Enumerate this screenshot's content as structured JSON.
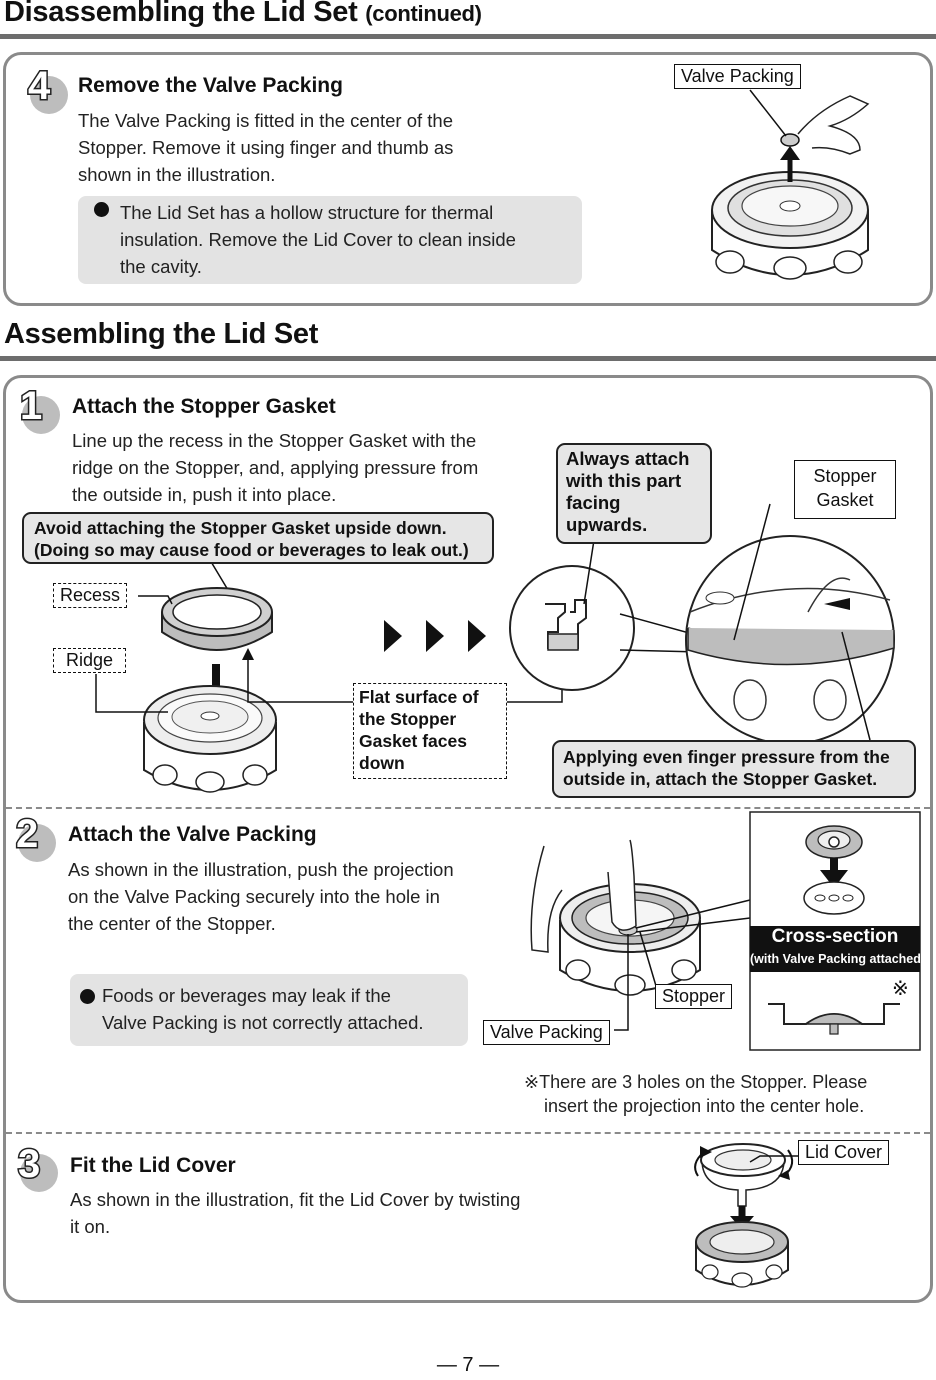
{
  "disassembling": {
    "title": "Disassembling the Lid Set",
    "title_suffix": "(continued)",
    "step": {
      "number": "4",
      "title": "Remove the Valve Packing",
      "body": [
        "The Valve Packing is fitted in the center of the",
        "Stopper. Remove it using finger and thumb as",
        "shown in the illustration."
      ],
      "note": [
        "The Lid Set has a hollow structure for thermal",
        "insulation. Remove the Lid Cover to clean inside",
        "the cavity."
      ],
      "label_valve_packing": "Valve Packing"
    }
  },
  "assembling": {
    "title": "Assembling the Lid Set",
    "step1": {
      "number": "1",
      "title": "Attach the Stopper Gasket",
      "body": [
        "Line up the recess in the Stopper Gasket with the",
        "ridge on the Stopper, and, applying pressure from",
        "the outside in, push it into place."
      ],
      "warning": [
        "Avoid attaching the Stopper Gasket upside down.",
        "(Doing so may cause food or beverages to leak out.)"
      ],
      "label_recess": "Recess",
      "label_ridge": "Ridge",
      "flat_surface": [
        "Flat surface of",
        "the Stopper",
        "Gasket faces",
        "down"
      ],
      "always_attach": [
        "Always attach",
        "with this part",
        "facing",
        "upwards."
      ],
      "label_stopper_gasket": [
        "Stopper",
        "Gasket"
      ],
      "applying": [
        "Applying even finger pressure from the",
        "outside in, attach the Stopper Gasket."
      ]
    },
    "step2": {
      "number": "2",
      "title": "Attach the Valve Packing",
      "body": [
        "As shown in the illustration, push the projection",
        "on the Valve Packing securely into the hole in",
        "the center of the Stopper."
      ],
      "note": [
        "Foods or beverages may leak if the",
        "Valve Packing is not correctly attached."
      ],
      "label_stopper": "Stopper",
      "label_valve_packing": "Valve Packing",
      "cross_section": "Cross-section",
      "cross_section_sub": "(with Valve Packing attached)",
      "mark": "※",
      "footnote": [
        "※There are 3 holes on the Stopper. Please",
        "insert the projection into the center hole."
      ]
    },
    "step3": {
      "number": "3",
      "title": "Fit the Lid Cover",
      "body": [
        "As shown in the illustration, fit the Lid Cover by twisting",
        "it on."
      ],
      "label_lid_cover": "Lid Cover"
    }
  },
  "page_number": "— 7 —"
}
